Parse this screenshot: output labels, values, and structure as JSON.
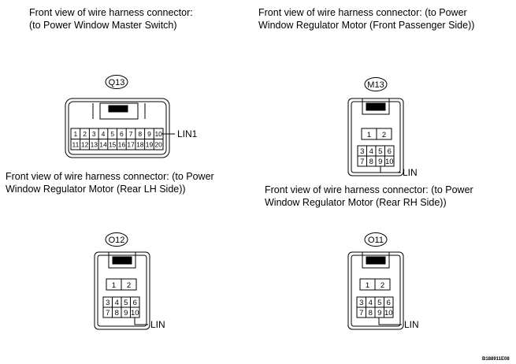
{
  "captions": {
    "q13": [
      "Front view of wire harness connector:",
      "(to Power Window Master Switch)"
    ],
    "m13": [
      "Front view of wire harness connector: (to Power",
      "Window Regulator Motor (Front Passenger Side))"
    ],
    "o12": [
      "Front view of wire harness connector: (to Power",
      "Window Regulator Motor (Rear LH Side))"
    ],
    "o11": [
      "Front view of wire harness connector: (to Power",
      "Window Regulator Motor (Rear RH Side))"
    ]
  },
  "connectors": {
    "q13": {
      "code": "Q13",
      "pins_top": [
        "1",
        "2",
        "3",
        "4",
        "5",
        "6",
        "7",
        "8",
        "9",
        "10"
      ],
      "pins_bottom": [
        "11",
        "12",
        "13",
        "14",
        "15",
        "16",
        "17",
        "18",
        "19",
        "20"
      ],
      "signal": "LIN1"
    },
    "m13": {
      "code": "M13",
      "pins": [
        "1",
        "2",
        "3",
        "4",
        "5",
        "6",
        "7",
        "8",
        "9",
        "10"
      ],
      "signal": "LIN"
    },
    "o12": {
      "code": "O12",
      "pins": [
        "1",
        "2",
        "3",
        "4",
        "5",
        "6",
        "7",
        "8",
        "9",
        "10"
      ],
      "signal": "LIN"
    },
    "o11": {
      "code": "O11",
      "pins": [
        "1",
        "2",
        "3",
        "4",
        "5",
        "6",
        "7",
        "8",
        "9",
        "10"
      ],
      "signal": "LIN"
    }
  },
  "reference_code": "B188911E08"
}
